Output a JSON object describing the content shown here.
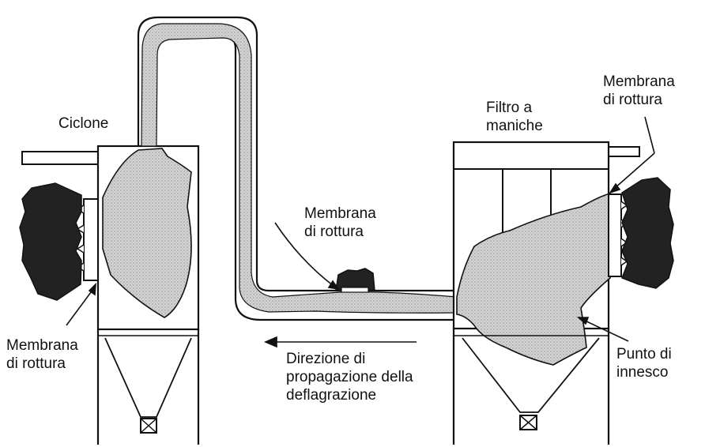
{
  "labels": {
    "cyclone": "Ciclone",
    "bag_filter": [
      "Filtro a",
      "maniche"
    ],
    "membrane_top_right": [
      "Membrana",
      "di rottura"
    ],
    "membrane_pipe": [
      "Membrana",
      "di rottura"
    ],
    "membrane_bottom_left": [
      "Membrana",
      "di rottura"
    ],
    "propagation_direction": [
      "Direzione di",
      "propagazione della",
      "deflagrazione"
    ],
    "ignition_point": [
      "Punto di",
      "innesco"
    ]
  },
  "colors": {
    "ink": "#111111",
    "dust_fill": "#d2d2d2",
    "explosion_fill": "#222222",
    "background": "#ffffff"
  }
}
